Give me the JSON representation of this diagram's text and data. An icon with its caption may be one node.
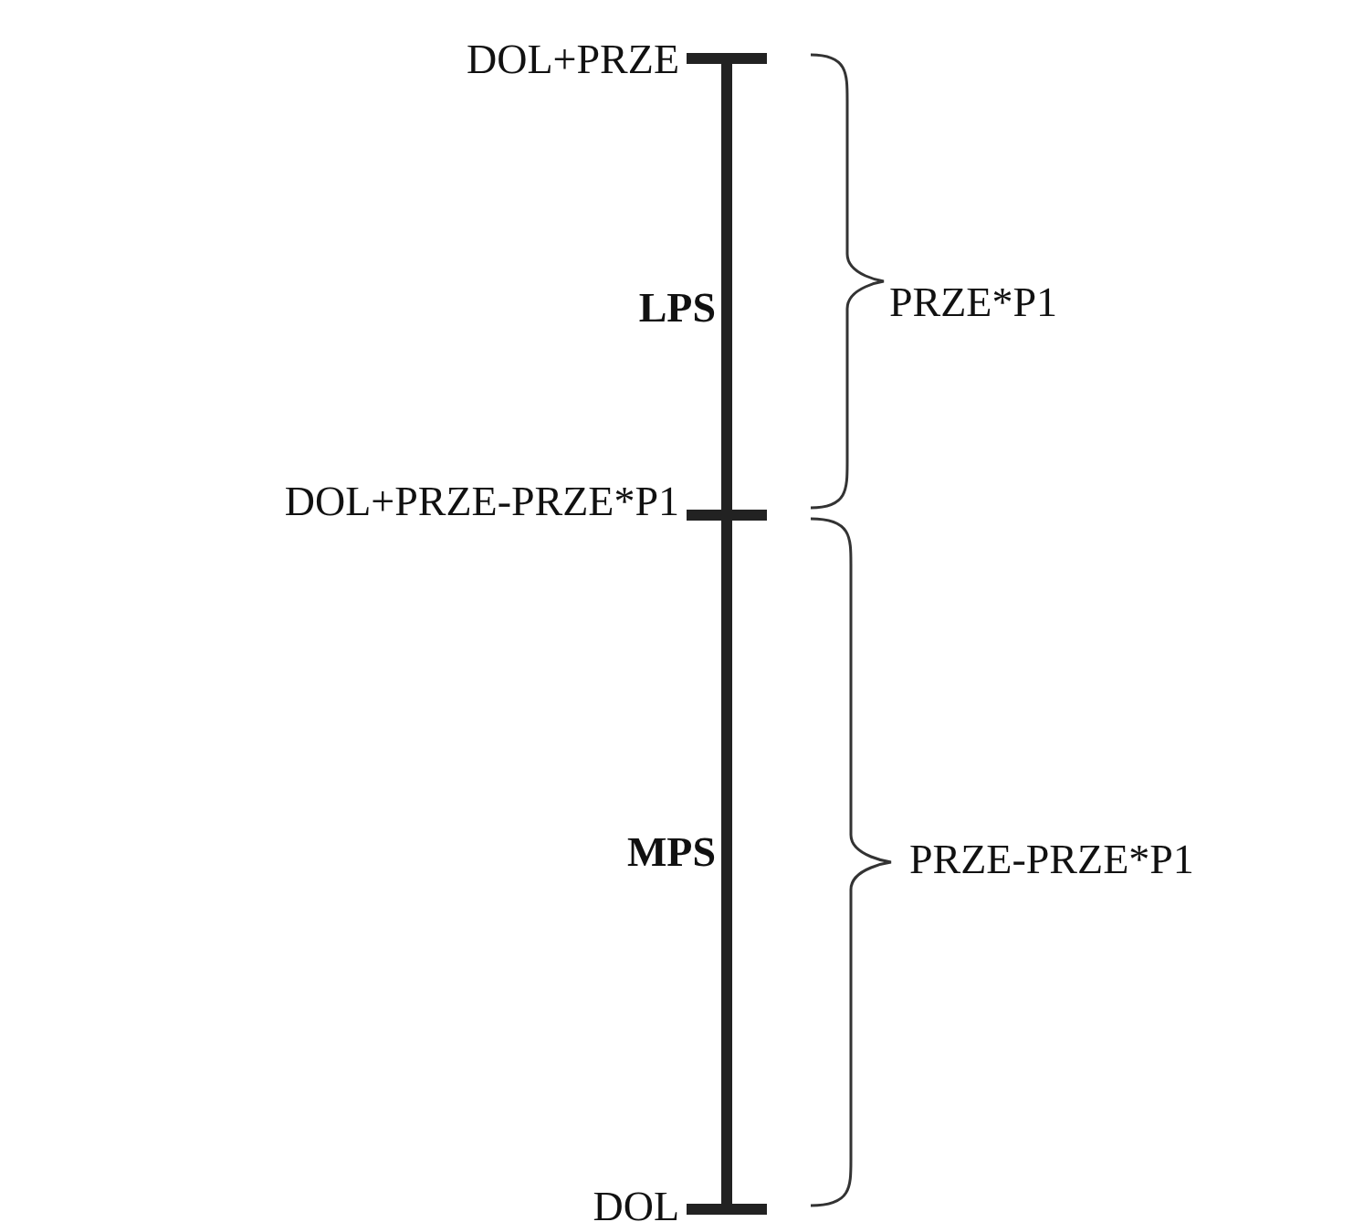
{
  "diagram": {
    "labels": [
      "DOL+PRZE",
      "LPS",
      "PRZE*P1",
      "DOL+PRZE-PRZE*P1",
      "MPS",
      "PRZE-PRZE*P1",
      "DOL"
    ]
  }
}
